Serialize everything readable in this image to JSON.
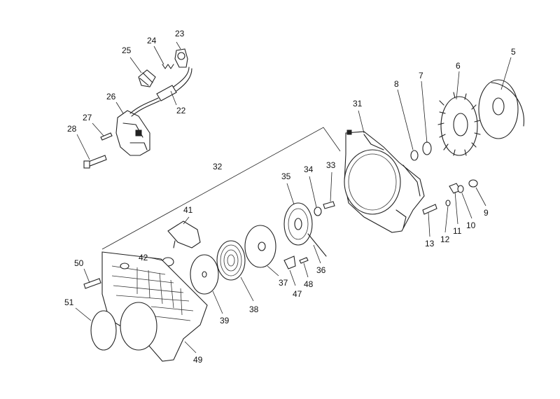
{
  "diagram": {
    "part_numbers": [
      "5",
      "6",
      "7",
      "8",
      "9",
      "10",
      "11",
      "12",
      "13",
      "22",
      "23",
      "24",
      "25",
      "26",
      "27",
      "28",
      "31",
      "32",
      "33",
      "34",
      "35",
      "36",
      "37",
      "38",
      "39",
      "41",
      "42",
      "47",
      "48",
      "49",
      "50",
      "51"
    ]
  }
}
